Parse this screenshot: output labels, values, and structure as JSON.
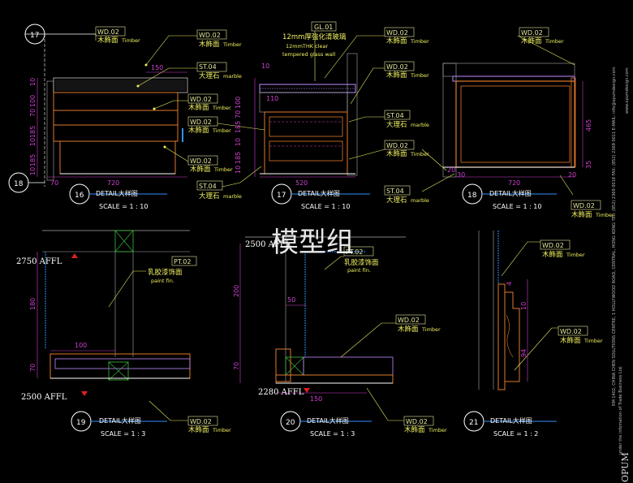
{
  "watermark": "模型组",
  "sidebar": {
    "brand": "OPUM",
    "line1": "RM 1402, CHINA CHEN SOLUTIONS CENTRE, 1 HOLLYWOOD ROAD, CENTRAL, HONG KONG  TEL: (852) 2369 0018  FAX: (852) 2369 0011  E-MAIL: info@opumdesign.com",
    "line2": "under the infomation of Trade Business Ltd.",
    "line3": "www.opumdesign.com"
  },
  "materials": {
    "wd02": {
      "code": "WD.02",
      "cn": "木飾面",
      "en": "Timber"
    },
    "st04": {
      "code": "ST.04",
      "cn": "大理石",
      "en": "marble"
    },
    "gl01": {
      "code": "GL.01",
      "cn": "12mm厚強化清玻璃",
      "en1": "12mmTHK clear",
      "en2": "tempered glass wall"
    },
    "pt02": {
      "code": "PT.02",
      "cn": "乳胶漆饰面",
      "en": "paint fin."
    }
  },
  "refs": {
    "r17": "17",
    "r18": "18"
  },
  "details": [
    {
      "num": "16",
      "title": "DETAIL大样图",
      "scale": "SCALE = 1 : 10"
    },
    {
      "num": "17",
      "title": "DETAIL大样图",
      "scale": "SCALE = 1 : 10"
    },
    {
      "num": "18",
      "title": "DETAIL大样图",
      "scale": "SCALE = 1 : 10"
    },
    {
      "num": "19",
      "title": "DETAIL大样图",
      "scale": "SCALE = 1 : 3"
    },
    {
      "num": "20",
      "title": "DETAIL大样图",
      "scale": "SCALE = 1 : 3"
    },
    {
      "num": "21",
      "title": "DETAIL大样图",
      "scale": "SCALE = 1 : 2"
    }
  ],
  "dims16": {
    "w720": "720",
    "w70": "70",
    "d150": "150",
    "v10": "10",
    "v100": "100",
    "v70": "70",
    "v185a": "185",
    "v10b": "10",
    "v185b": "185",
    "v10c": "10"
  },
  "dims17": {
    "w520": "520",
    "w10": "10",
    "w110": "110",
    "v100": "100",
    "v70": "70",
    "v185a": "185",
    "v10": "10",
    "v185b": "185",
    "v10b": "10"
  },
  "dims18": {
    "w720": "720",
    "w30": "30",
    "w20a": "20",
    "w20b": "20",
    "v465": "465",
    "v35": "35"
  },
  "dims19": {
    "affl_top": "2750 AFFL",
    "affl_bot": "2500 AFFL",
    "v180": "180",
    "v70": "70",
    "h100": "100"
  },
  "dims20": {
    "affl_top": "2500 AFFL",
    "affl_bot": "2280 AFFL",
    "v200": "200",
    "v70": "70",
    "h50": "50",
    "h150": "150"
  },
  "dims21": {
    "v4": "4",
    "v10": "10",
    "v94": "94"
  }
}
